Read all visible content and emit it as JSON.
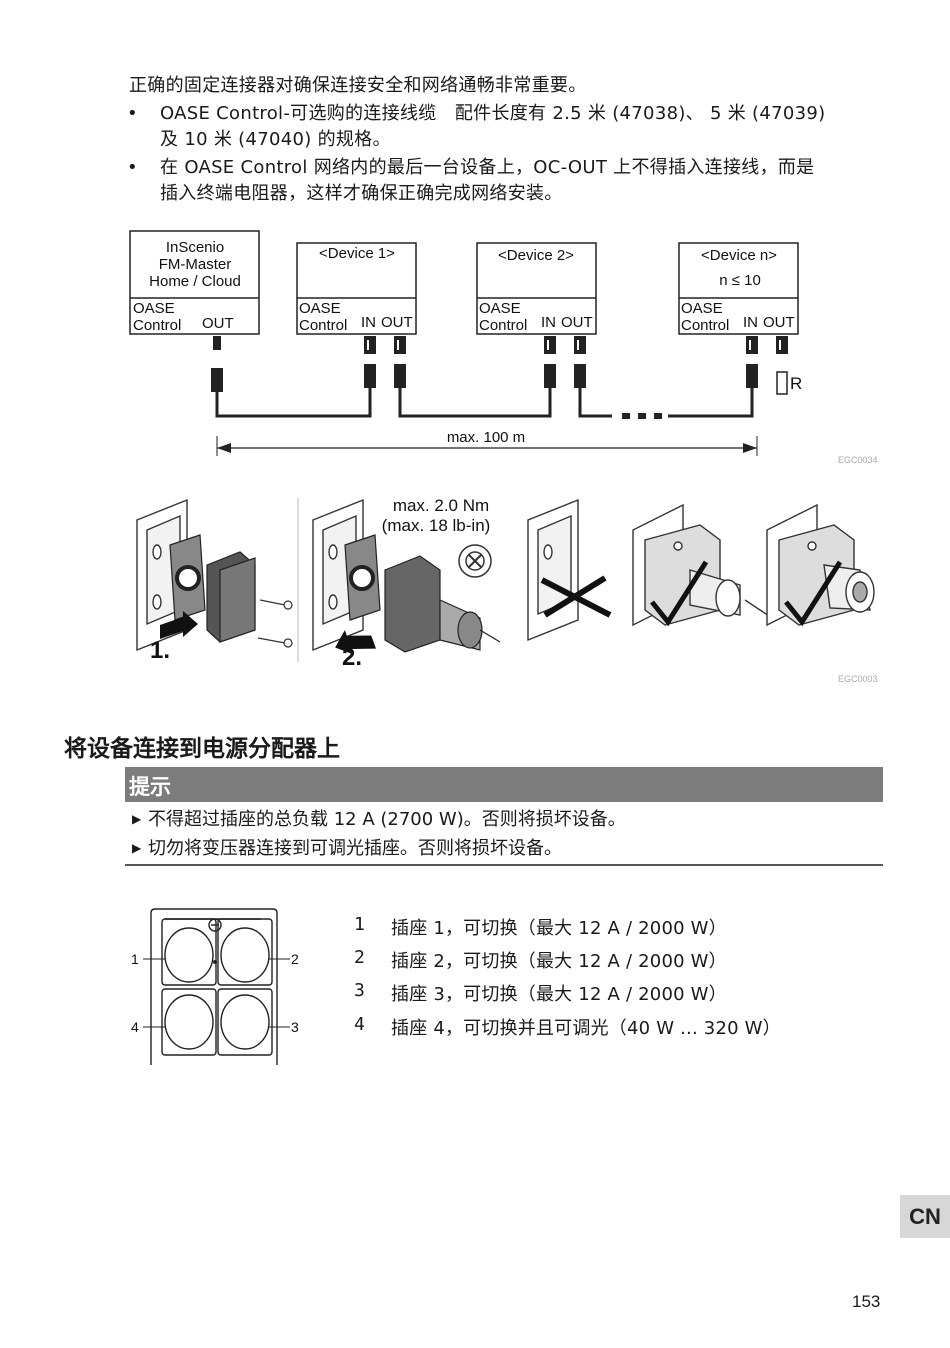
{
  "intro": {
    "line1": "正确的固定连接器对确保连接安全和网络通畅非常重要。",
    "bullets": [
      {
        "line1": "OASE Control-可选购的连接线缆　配件长度有 2.5 米 (47038)、 5 米 (47039)",
        "line2": "及 10 米 (47040) 的规格。"
      },
      {
        "line1": "在 OASE Control 网络内的最后一台设备上，OC-OUT 上不得插入连接线，而是",
        "line2": "插入终端电阻器，这样才确保正确完成网络安装。"
      }
    ],
    "bullet_symbol": "•"
  },
  "network_diagram": {
    "master": {
      "line1": "InScenio",
      "line2": "FM-Master",
      "line3": "Home / Cloud",
      "port_label1": "OASE",
      "port_label2": "Control",
      "out": "OUT"
    },
    "devices": [
      {
        "line1": "<Device 1>",
        "line2": "",
        "port_label1": "OASE",
        "port_label2": "Control",
        "in": "IN",
        "out": "OUT"
      },
      {
        "line1": "<Device 2>",
        "line2": "",
        "port_label1": "OASE",
        "port_label2": "Control",
        "in": "IN",
        "out": "OUT"
      },
      {
        "line1": "<Device n>",
        "line2": "n ≤ 10",
        "port_label1": "OASE",
        "port_label2": "Control",
        "in": "IN",
        "out": "OUT"
      }
    ],
    "resistor_label": "R",
    "distance_label": "max. 100 m",
    "code": "EGC0034"
  },
  "mounting_diagram": {
    "torque_line1": "max. 2.0 Nm",
    "torque_line2": "(max. 18 lb-in)",
    "step1": "1.",
    "step2": "2.",
    "code": "EGC0003"
  },
  "section": {
    "title": "将设备连接到电源分配器上"
  },
  "note": {
    "title": "提示",
    "items": [
      "不得超过插座的总负载 12 A (2700 W)。否则将损坏设备。",
      "切勿将变压器连接到可调光插座。否则将损坏设备。"
    ],
    "marker": "▶"
  },
  "socket_figure": {
    "labels": [
      "1",
      "2",
      "4",
      "3"
    ]
  },
  "socket_table": [
    {
      "num": "1",
      "text": "插座 1，可切换（最大 12 A / 2000 W）"
    },
    {
      "num": "2",
      "text": "插座 2，可切换（最大 12 A / 2000 W）"
    },
    {
      "num": "3",
      "text": "插座 3，可切换（最大 12 A / 2000 W）"
    },
    {
      "num": "4",
      "text": "插座 4，可切换并且可调光（40 W ... 320 W）"
    }
  ],
  "footer": {
    "lang_tab": "CN",
    "page_number": "153"
  }
}
